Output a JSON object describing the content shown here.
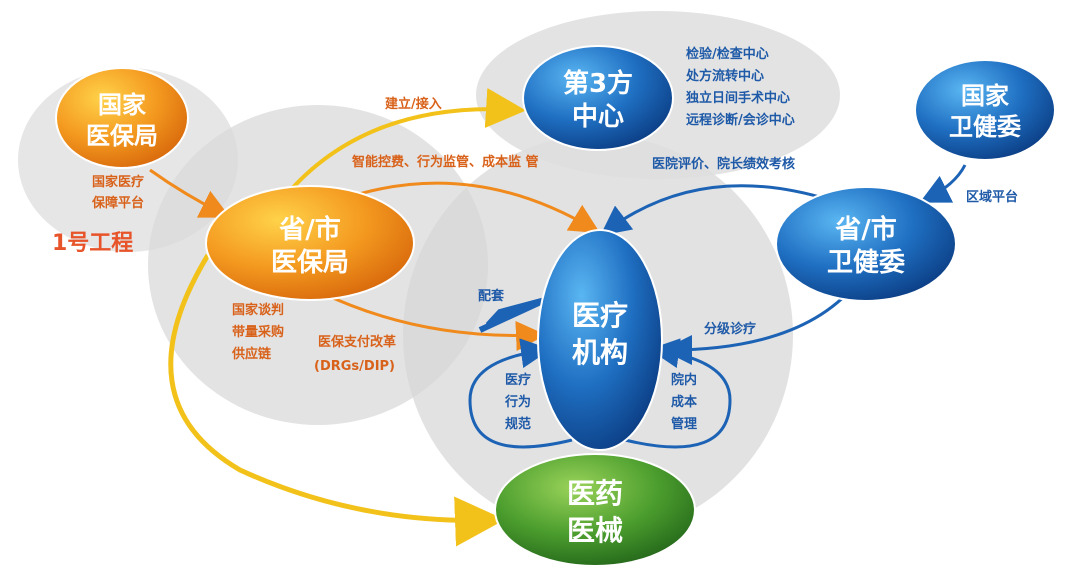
{
  "nodes": {
    "national_medical_insurance": [
      "国家",
      "医保局"
    ],
    "provincial_medical_insurance": [
      "省/市",
      "医保局"
    ],
    "third_party_center": [
      "第3方",
      "中心"
    ],
    "national_health_commission": [
      "国家",
      "卫健委"
    ],
    "provincial_health_commission": [
      "省/市",
      "卫健委"
    ],
    "medical_institution": [
      "医疗",
      "机构"
    ],
    "medicine_devices": [
      "医药",
      "医械"
    ]
  },
  "third_party_services": [
    "检验/检查中心",
    "处方流转中心",
    "独立日间手术中心",
    "远程诊断/会诊中心"
  ],
  "labels": {
    "project_one": "1号工程",
    "national_platform": [
      "国家医疗",
      "保障平台"
    ],
    "build_connect": "建立/接入",
    "smart_control": "智能控费、行为监管、成本监 管",
    "hospital_evaluation": "医院评价、院长绩效考核",
    "regional_platform": "区域平台",
    "supporting": "配套",
    "procurement": [
      "国家谈判",
      "带量采购",
      "供应链"
    ],
    "payment_reform": [
      "医保支付改革",
      "(DRGs/DIP)"
    ],
    "hierarchical_treatment": "分级诊疗",
    "behavior_norm": [
      "医疗",
      "行为",
      "规范"
    ],
    "cost_management": [
      "院内",
      "成本",
      "管理"
    ]
  },
  "colors": {
    "orange": "#f08a1c",
    "blue": "#1d63b5",
    "green": "#3f9a2c",
    "gray_circle": "#dcdcdc",
    "orange_text": "#d9621b",
    "blue_text": "#1f5aa8"
  }
}
